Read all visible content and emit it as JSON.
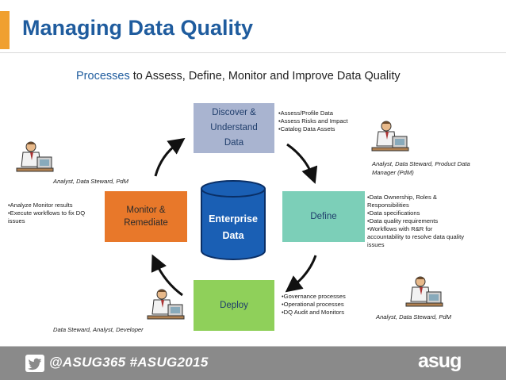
{
  "header": {
    "title": "Managing Data Quality",
    "accent_color": "#f0a030",
    "title_color": "#1f5c9e"
  },
  "subtitle": {
    "highlight": "Processes",
    "rest": "to Assess, Define, Monitor and Improve Data Quality"
  },
  "center": {
    "line1": "Enterprise",
    "line2": "Data",
    "color": "#1a5fb4"
  },
  "steps": {
    "discover": {
      "line1": "Discover &",
      "line2": "Understand",
      "line3": "Data",
      "color": "#a9b4d0"
    },
    "define": {
      "label": "Define",
      "color": "#7ccfb8"
    },
    "deploy": {
      "label": "Deploy",
      "color": "#8fd05a"
    },
    "monitor": {
      "line1": "Monitor &",
      "line2": "Remediate",
      "color": "#e8782a"
    }
  },
  "notes": {
    "discover": [
      "•Assess/Profile Data",
      "•Assess Risks and Impact",
      "•Catalog Data Assets"
    ],
    "define": [
      "•Data Ownership, Roles &",
      "Responsibilities",
      "•Data specifications",
      "•Data quality requirements",
      "•Workflows with R&R for",
      "accountability to resolve data quality",
      "issues"
    ],
    "deploy": [
      "•Governance processes",
      "•Operational processes",
      "•DQ Audit and Monitors"
    ],
    "monitor": [
      "•Analyze Monitor results",
      "•Execute workflows to fix DQ",
      "issues"
    ]
  },
  "roles": {
    "top_left": "Analyst, Data Steward, PdM",
    "top_right_line1": "Analyst, Data Steward, Product Data",
    "top_right_line2": "Manager (PdM)",
    "bottom_left": "Data Steward, Analyst, Developer",
    "bottom_right": "Analyst, Data Steward, PdM"
  },
  "footer": {
    "hashtags": "@ASUG365 #ASUG2015",
    "logo": "asug",
    "bg_color": "#8a8a8a"
  },
  "icons": [
    "person-at-computer-icon",
    "twitter-bird-icon",
    "cycle-arrow-icon"
  ]
}
